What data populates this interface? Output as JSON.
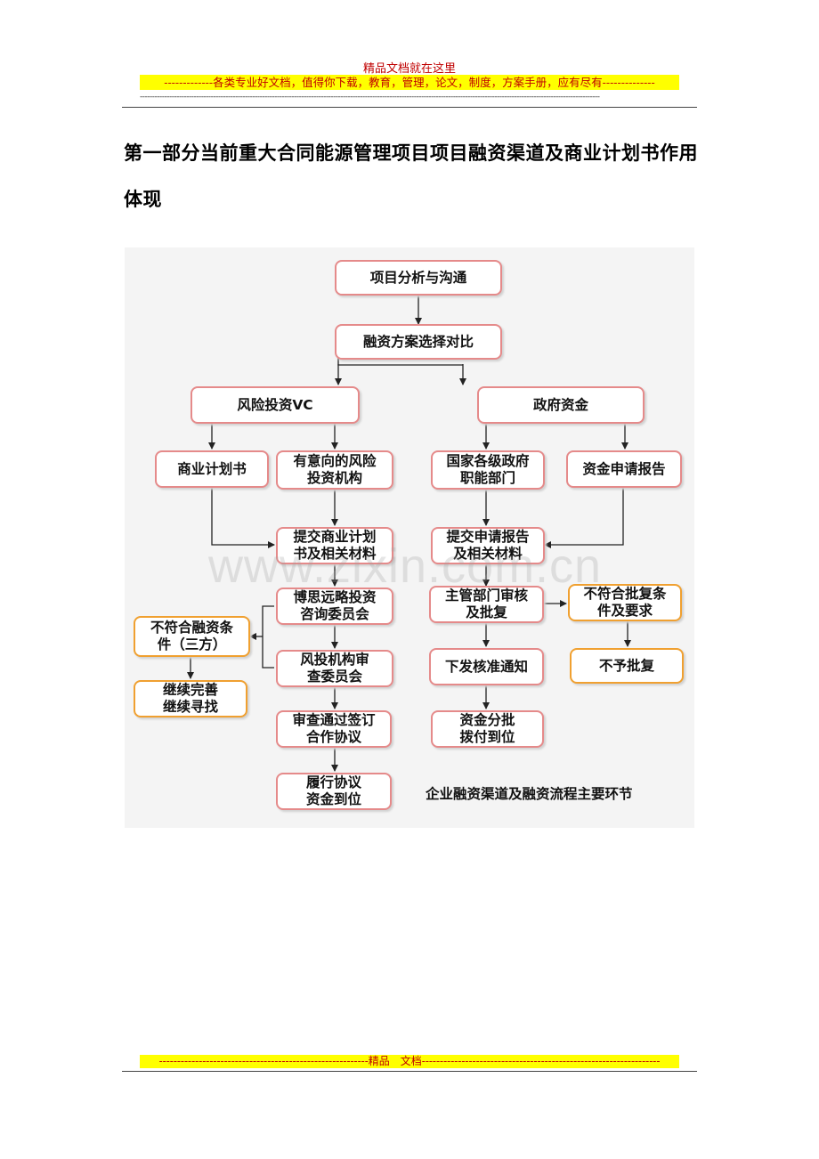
{
  "header": {
    "title": "精品文档就在这里",
    "band": "-------------各类专业好文档，值得你下载，教育，管理，论文，制度，方案手册，应有尽有--------------",
    "dashes": "--------------------------------------------------------------------------------------------------------------------------------------------------------------------------------------------"
  },
  "heading": "第一部分当前重大合同能源管理项目项目融资渠道及商业计划书作用体现",
  "flowchart": {
    "nodes": {
      "analysis": "项目分析与沟通",
      "compare": "融资方案选择对比",
      "vc": "风险投资VC",
      "gov": "政府资金",
      "bizplan": "商业计划书",
      "vc_org": "有意向的风险投资机构",
      "gov_dept": "国家各级政府职能部门",
      "fund_report": "资金申请报告",
      "submit_bp": "提交商业计划书及相关材料",
      "submit_report": "提交申请报告及相关材料",
      "consult": "博思远略投资咨询委员会",
      "review": "主管部门审核及批复",
      "not_meet_vc": "不符合融资条件（三方）",
      "not_meet_gov": "不符合批复条件及要求",
      "vc_committee": "风投机构审查委员会",
      "notice": "下发核准通知",
      "no_approve": "不予批复",
      "continue": "继续完善继续寻找",
      "sign": "审查通过签订合作协议",
      "disburse": "资金分批拨付到位",
      "fulfill": "履行协议资金到位"
    },
    "caption": "企业融资渠道及融资流程主要环节",
    "watermark": "www.zixin.com.cn",
    "colors": {
      "box_border": "#e58a8a",
      "alt_border": "#f0a030",
      "background": "#f4f4f4"
    }
  },
  "footer": {
    "band": "----------------------------------------------------------精品　文档------------------------------------------------------------------"
  }
}
